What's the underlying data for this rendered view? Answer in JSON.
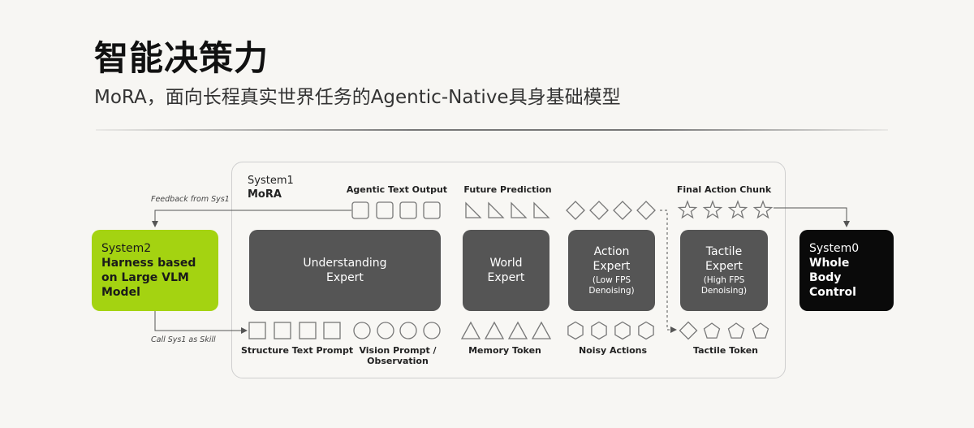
{
  "header": {
    "title": "智能决策力",
    "subtitle": "MoRA，面向长程真实世界任务的Agentic-Native具身基础模型"
  },
  "system1": {
    "name": "System1",
    "model": "MoRA"
  },
  "system2": {
    "name": "System2",
    "desc": "Harness based on Large VLM Model",
    "color": "#a4d311"
  },
  "system0": {
    "name": "System0",
    "desc": "Whole Body Control",
    "color": "#0a0a0a"
  },
  "experts": {
    "understanding": {
      "name": "Understanding Expert"
    },
    "world": {
      "name": "World Expert"
    },
    "action": {
      "name": "Action Expert",
      "sub": "(Low FPS Denoising)"
    },
    "tactile": {
      "name": "Tactile Expert",
      "sub": "(High FPS Denoising)"
    }
  },
  "outputs": {
    "agentic_text": "Agentic Text Output",
    "future_prediction": "Future Prediction",
    "final_action_chunk": "Final Action Chunk"
  },
  "inputs": {
    "structure_text_prompt": "Structure Text Prompt",
    "vision_prompt": "Vision Prompt / Observation",
    "memory_token": "Memory Token",
    "noisy_actions": "Noisy Actions",
    "tactile_token": "Tactile Token"
  },
  "arrows": {
    "feedback": "Feedback from Sys1",
    "call": "Call Sys1 as Skill"
  },
  "icons": {
    "token_square": "square-icon",
    "token_circle": "circle-icon",
    "token_triangle": "triangle-icon",
    "token_right_triangle": "right-triangle-icon",
    "token_diamond": "diamond-icon",
    "token_hexagon": "hexagon-icon",
    "token_pentagon": "pentagon-icon",
    "token_star": "star-icon"
  },
  "colors": {
    "expert_bg": "#555555",
    "token_stroke": "#777777"
  }
}
